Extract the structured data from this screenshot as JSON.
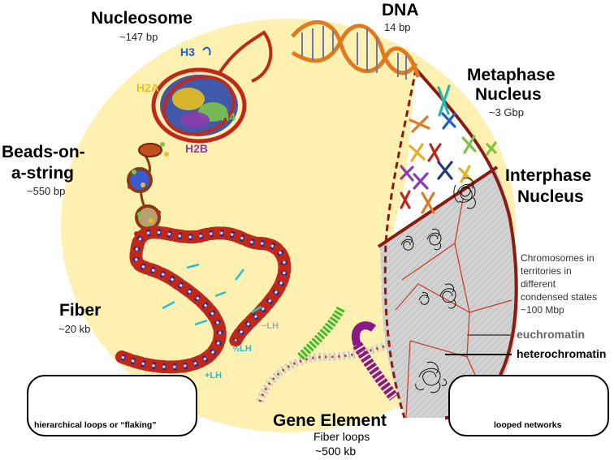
{
  "stages": {
    "nucleosome": {
      "title": "Nucleosome",
      "size": "~147 bp"
    },
    "dna": {
      "title": "DNA",
      "size": "14 bp"
    },
    "metaphase": {
      "title_line1": "Metaphase",
      "title_line2": "Nucleus",
      "size": "~3 Gbp"
    },
    "interphase": {
      "title_line1": "Interphase",
      "title_line2": "Nucleus"
    },
    "beads": {
      "title_line1": "Beads-on-",
      "title_line2": "a-string",
      "size": "~550 bp"
    },
    "fiber": {
      "title": "Fiber",
      "size": "~20 kb"
    },
    "gene": {
      "title": "Gene Element",
      "subtitle": "Fiber loops",
      "size": "~500 kb"
    }
  },
  "histones": {
    "h3": "H3",
    "h2a": "H2A",
    "h4": "H4",
    "h2b": "H2B"
  },
  "linker_labels": {
    "minus": "−LH",
    "half": "½LH",
    "plus": "+LH"
  },
  "territory_note": [
    "Chromosomes in",
    "territories in",
    "different",
    "condensed states",
    "~100 Mbp"
  ],
  "chromatin_labels": {
    "euchromatin": "euchromatin",
    "heterochromatin": "heterochromatin"
  },
  "legends": {
    "left": "hierarchical loops or “flaking”",
    "right": "looped networks"
  },
  "colors": {
    "background_disc": "#fdf0b0",
    "nucleus_border": "#8b1a10",
    "h3": "#1f5fbf",
    "h2a": "#e8c020",
    "h4": "#7cc24a",
    "h2b": "#8a3cb0",
    "linker": "#26c0d0",
    "loop_purple": "#a65ad8",
    "loop_yellow": "#f2c61f",
    "loop_green": "#6cc644"
  }
}
